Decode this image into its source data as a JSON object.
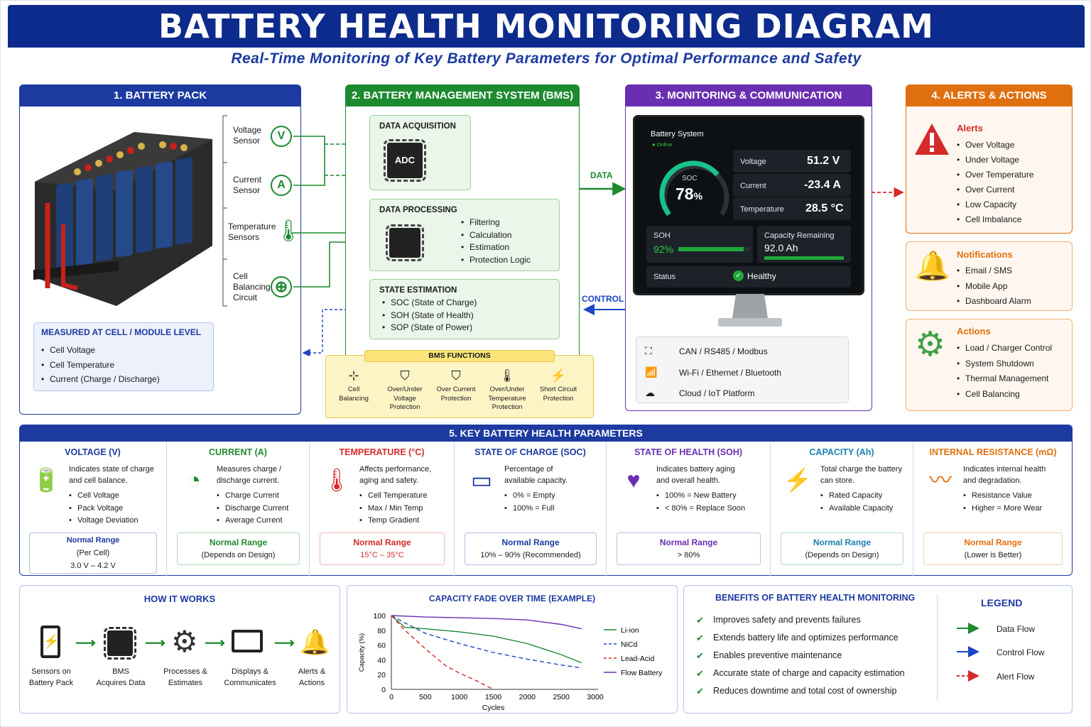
{
  "title": "BATTERY HEALTH MONITORING DIAGRAM",
  "subtitle": "Real-Time Monitoring of Key Battery Parameters for Optimal Performance and Safety",
  "colors": {
    "navy": "#0d2b8c",
    "green": "#1d8a2f",
    "purple": "#6a2fb0",
    "orange": "#e0700f",
    "red": "#d42a2a",
    "blue": "#1c46c4"
  },
  "s1": {
    "head": "1. BATTERY PACK",
    "sensors": [
      {
        "label": "Voltage\nSensor",
        "sym": "V"
      },
      {
        "label": "Current\nSensor",
        "sym": "A"
      },
      {
        "label": "Temperature\nSensors",
        "sym": "🌡"
      },
      {
        "label": "Cell\nBalancing\nCircuit",
        "sym": "⊕"
      }
    ],
    "measured_title": "MEASURED AT CELL / MODULE LEVEL",
    "measured": [
      "Cell Voltage",
      "Cell Temperature",
      "Current (Charge / Discharge)"
    ]
  },
  "s2": {
    "head": "2. BATTERY MANAGEMENT SYSTEM (BMS)",
    "acq": "DATA ACQUISITION",
    "adc": "ADC",
    "proc": "DATA PROCESSING",
    "proc_items": [
      "Filtering",
      "Calculation",
      "Estimation",
      "Protection Logic"
    ],
    "est": "STATE ESTIMATION",
    "est_items": [
      "SOC (State of Charge)",
      "SOH (State of Health)",
      "SOP (State of Power)"
    ],
    "fn_head": "BMS FUNCTIONS",
    "fns": [
      "Cell\nBalancing",
      "Over/Under\nVoltage\nProtection",
      "Over Current\nProtection",
      "Over/Under\nTemperature\nProtection",
      "Short Circuit\nProtection"
    ]
  },
  "flow": {
    "data": "DATA",
    "control": "CONTROL"
  },
  "s3": {
    "head": "3. MONITORING & COMMUNICATION",
    "system": "Battery System",
    "online": "Online",
    "soc_label": "SOC",
    "soc": "78",
    "soc_unit": "%",
    "readings": [
      {
        "k": "Voltage",
        "v": "51.2 V"
      },
      {
        "k": "Current",
        "v": "-23.4 A"
      },
      {
        "k": "Temperature",
        "v": "28.5 °C"
      }
    ],
    "soh_label": "SOH",
    "soh": "92%",
    "soh_bar": "92%",
    "cap_label": "Capacity Remaining",
    "cap": "92.0 Ah",
    "status_label": "Status",
    "status": "Healthy",
    "comm": [
      "CAN / RS485 / Modbus",
      "Wi-Fi / Ethernet / Bluetooth",
      "Cloud / IoT Platform"
    ]
  },
  "s4": {
    "head": "4. ALERTS & ACTIONS",
    "alerts_title": "Alerts",
    "alerts": [
      "Over Voltage",
      "Under Voltage",
      "Over Temperature",
      "Over Current",
      "Low Capacity",
      "Cell Imbalance"
    ],
    "notif_title": "Notifications",
    "notif": [
      "Email / SMS",
      "Mobile App",
      "Dashboard Alarm"
    ],
    "act_title": "Actions",
    "actions": [
      "Load / Charger Control",
      "System Shutdown",
      "Thermal Management",
      "Cell Balancing"
    ]
  },
  "s5": {
    "head": "5. KEY BATTERY HEALTH PARAMETERS",
    "params": [
      {
        "t": "VOLTAGE (V)",
        "c": "#1c3aa0",
        "d": "Indicates state of charge\nand cell balance.",
        "items": [
          "Cell Voltage",
          "Pack Voltage",
          "Voltage Deviation"
        ],
        "nr1": "Normal Range",
        "nr2": "(Per Cell)",
        "nr3": "3.0 V – 4.2 V"
      },
      {
        "t": "CURRENT (A)",
        "c": "#1d8a2f",
        "d": "Measures charge /\ndischarge current.",
        "items": [
          "Charge Current",
          "Discharge Current",
          "Average Current"
        ],
        "nr1": "Normal Range",
        "nr2": "(Depends on Design)",
        "nr3": ""
      },
      {
        "t": "TEMPERATURE (°C)",
        "c": "#d42a2a",
        "d": "Affects performance,\naging and safety.",
        "items": [
          "Cell Temperature",
          "Max / Min Temp",
          "Temp Gradient"
        ],
        "nr1": "Normal Range",
        "nr2": "15°C – 35°C",
        "nr3": ""
      },
      {
        "t": "STATE OF CHARGE (SOC)",
        "c": "#1c3aa0",
        "d": "Percentage of\navailable capacity.",
        "items": [
          "0% = Empty",
          "100% = Full"
        ],
        "nr1": "Normal Range",
        "nr2": "10% – 90% (Recommended)",
        "nr3": ""
      },
      {
        "t": "STATE OF HEALTH (SOH)",
        "c": "#6a2fb0",
        "d": "Indicates battery aging\nand overall health.",
        "items": [
          "100% = New Battery",
          "< 80% = Replace Soon"
        ],
        "nr1": "Normal Range",
        "nr2": "> 80%",
        "nr3": ""
      },
      {
        "t": "CAPACITY (Ah)",
        "c": "#1c7fb0",
        "d": "Total charge the battery\ncan store.",
        "items": [
          "Rated Capacity",
          "Available Capacity"
        ],
        "nr1": "Normal Range",
        "nr2": "(Depends on Design)",
        "nr3": ""
      },
      {
        "t": "INTERNAL RESISTANCE (mΩ)",
        "c": "#e0700f",
        "d": "Indicates internal health\nand degradation.",
        "items": [
          "Resistance Value",
          "Higher = More Wear"
        ],
        "nr1": "Normal Range",
        "nr2": "(Lower is Better)",
        "nr3": ""
      }
    ]
  },
  "how": {
    "head": "HOW IT WORKS",
    "steps": [
      "Sensors on\nBattery Pack",
      "BMS\nAcquires Data",
      "Processes &\nEstimates",
      "Displays &\nCommunicates",
      "Alerts &\nActions"
    ]
  },
  "chart_data": {
    "type": "line",
    "title": "CAPACITY FADE OVER TIME (EXAMPLE)",
    "xlabel": "Cycles",
    "ylabel": "Capacity (%)",
    "xlim": [
      0,
      3000
    ],
    "ylim": [
      0,
      100
    ],
    "xticks": [
      0,
      500,
      1000,
      1500,
      2000,
      2500,
      3000
    ],
    "yticks": [
      0,
      20,
      40,
      60,
      80,
      100
    ],
    "series": [
      {
        "name": "Li-ion",
        "color": "#1d8a2f",
        "dash": false,
        "x": [
          0,
          200,
          500,
          1000,
          1500,
          2000,
          2500,
          2800
        ],
        "y": [
          100,
          84,
          82,
          78,
          72,
          62,
          47,
          36
        ]
      },
      {
        "name": "NiCd",
        "color": "#1c46c4",
        "dash": true,
        "x": [
          0,
          200,
          500,
          1000,
          1500,
          2000,
          2500,
          2800
        ],
        "y": [
          100,
          90,
          76,
          62,
          50,
          41,
          33,
          29
        ]
      },
      {
        "name": "Lead-Acid",
        "color": "#d42a2a",
        "dash": true,
        "x": [
          0,
          200,
          500,
          800,
          1000,
          1200,
          1500
        ],
        "y": [
          100,
          80,
          55,
          32,
          22,
          14,
          0
        ]
      },
      {
        "name": "Flow Battery",
        "color": "#6a2fb0",
        "dash": false,
        "x": [
          0,
          500,
          1000,
          1500,
          2000,
          2500,
          2800
        ],
        "y": [
          100,
          98,
          97,
          96,
          94,
          88,
          82
        ]
      }
    ]
  },
  "benefits": {
    "head": "BENEFITS OF BATTERY HEALTH MONITORING",
    "items": [
      "Improves safety and prevents failures",
      "Extends battery life and optimizes performance",
      "Enables preventive maintenance",
      "Accurate state of charge and capacity estimation",
      "Reduces downtime and total cost of ownership"
    ]
  },
  "legend": {
    "head": "LEGEND",
    "items": [
      "Data Flow",
      "Control Flow",
      "Alert Flow"
    ]
  }
}
